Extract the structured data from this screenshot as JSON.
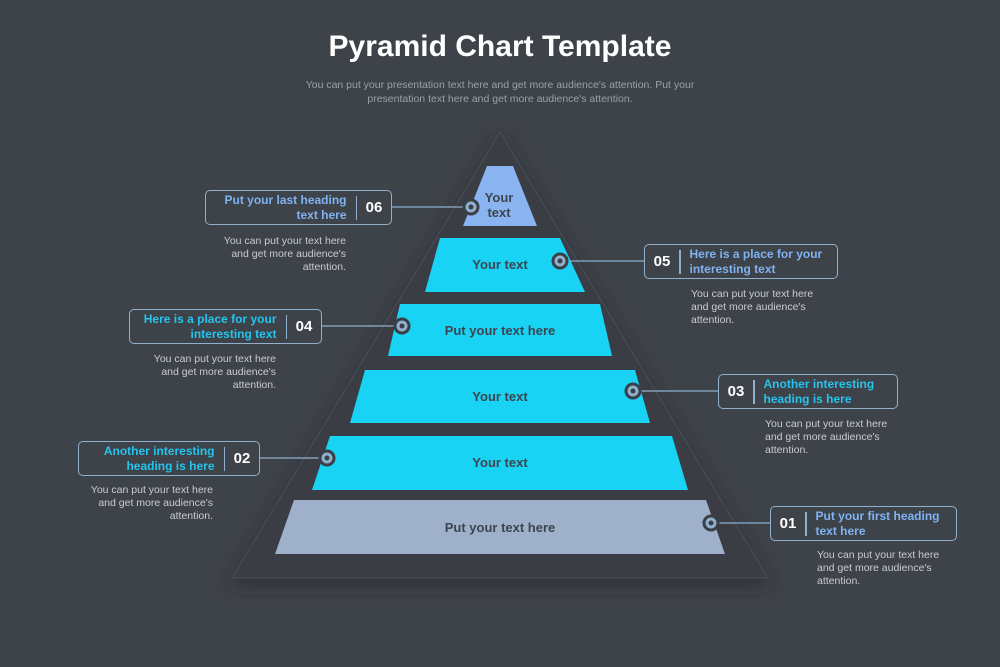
{
  "header": {
    "title": "Pyramid Chart Template",
    "subtitle": "You can put your presentation text here and get more audience's attention. Put your presentation text here and get more audience's attention."
  },
  "colors": {
    "background": "#3e4249",
    "pyramid_shadow": "#3a3e45",
    "tier_cyan": "#19d3f5",
    "tier_periwinkle": "#8ab4ef",
    "tier_grey_blue": "#9fb0ca",
    "box_border": "#8fb0cf",
    "heading_blue": "#7fb3f2",
    "heading_cyan": "#24c4ee"
  },
  "pyramid": {
    "tiers": [
      {
        "label": "Your text",
        "color": "#8ab4ef"
      },
      {
        "label": "Your text",
        "color": "#19d3f5"
      },
      {
        "label": "Put your text here",
        "color": "#19d3f5"
      },
      {
        "label": "Your text",
        "color": "#19d3f5"
      },
      {
        "label": "Your text",
        "color": "#19d3f5"
      },
      {
        "label": "Put your text here",
        "color": "#9fb0ca"
      }
    ]
  },
  "callouts": {
    "c06": {
      "number": "06",
      "heading": "Put your last heading text here",
      "text": "You can put your text here and get more audience's attention."
    },
    "c05": {
      "number": "05",
      "heading": "Here is a place for your interesting text",
      "text": "You can put your text here and get more audience's attention."
    },
    "c04": {
      "number": "04",
      "heading": "Here is a place for your interesting text",
      "text": "You can put your text here and get more audience's attention."
    },
    "c03": {
      "number": "03",
      "heading": "Another interesting heading is here",
      "text": "You can put your text here and get more audience's attention."
    },
    "c02": {
      "number": "02",
      "heading": "Another interesting heading is here",
      "text": "You can put your text here and get more audience's attention."
    },
    "c01": {
      "number": "01",
      "heading": "Put your first heading text here",
      "text": "You can put your text here and get more audience's attention."
    }
  }
}
